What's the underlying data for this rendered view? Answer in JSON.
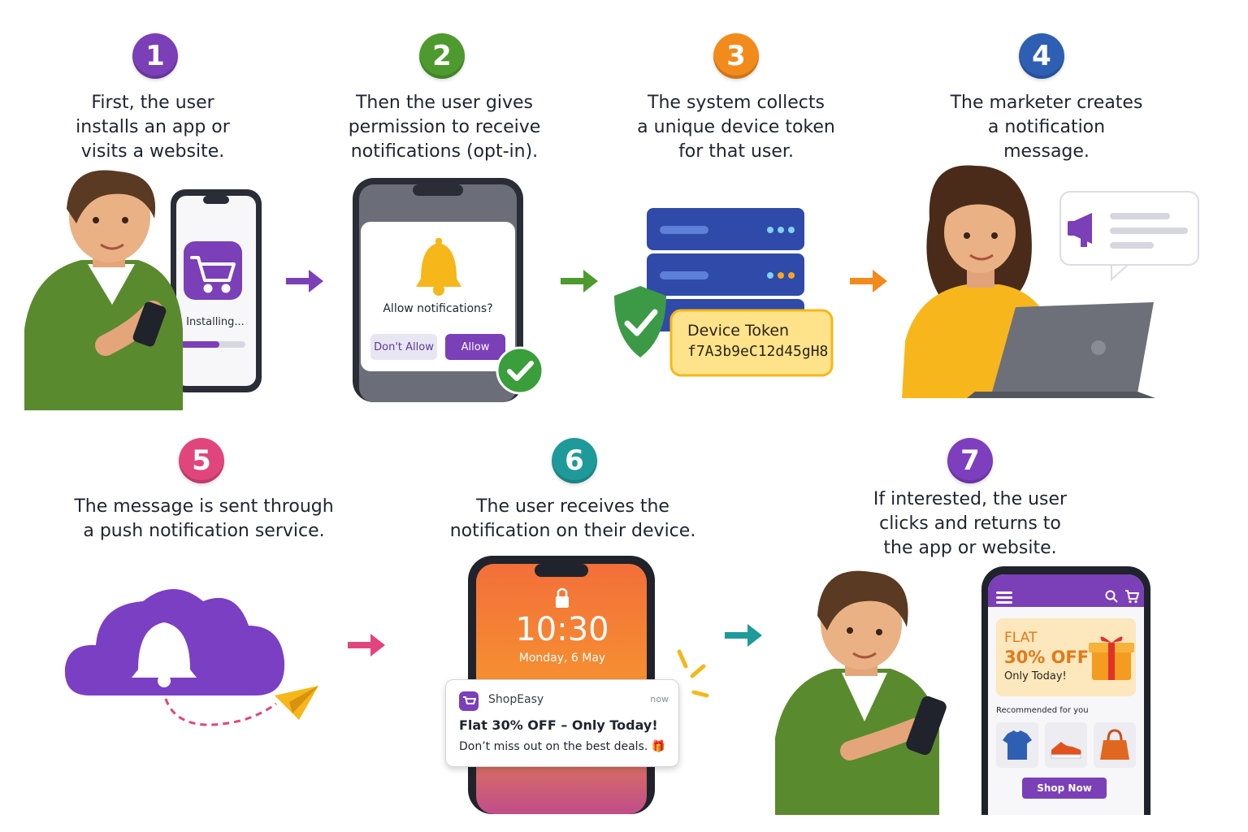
{
  "colors": {
    "purple": "#7b3fb8",
    "green": "#4e9a2e",
    "orange": "#f38a1c",
    "blue": "#2f5fb3",
    "pink": "#e0467c",
    "teal": "#1f9a9a",
    "violet": "#7e3fbf"
  },
  "steps": [
    {
      "number": "1",
      "caption": "First, the user\ninstalls an app or\nvisits a website."
    },
    {
      "number": "2",
      "caption": "Then the user gives\npermission to receive\nnotifications (opt-in)."
    },
    {
      "number": "3",
      "caption": "The system collects\na unique device token\nfor that user."
    },
    {
      "number": "4",
      "caption": "The marketer creates\na notification\nmessage."
    },
    {
      "number": "5",
      "caption": "The message is sent through\na push notification service."
    },
    {
      "number": "6",
      "caption": "The user receives the\nnotification on their device."
    },
    {
      "number": "7",
      "caption": "If interested, the user\nclicks and returns to\nthe app or website."
    }
  ],
  "install": {
    "status": "Installing...",
    "progress": 0.6
  },
  "permission": {
    "question": "Allow notifications?",
    "deny_label": "Don't Allow",
    "allow_label": "Allow"
  },
  "token": {
    "label": "Device Token",
    "value": "f7A3b9eC12d45gH8"
  },
  "lockscreen": {
    "time": "10:30",
    "date": "Monday, 6 May"
  },
  "notification": {
    "app_name": "ShopEasy",
    "time": "now",
    "title": "Flat 30% OFF – Only Today!",
    "body": "Don’t miss out on the best deals. 🎁"
  },
  "shop": {
    "promo_line1": "FLAT",
    "promo_line2": "30% OFF",
    "promo_line3": "Only Today!",
    "recommended_label": "Recommended for you",
    "cta_label": "Shop Now"
  }
}
